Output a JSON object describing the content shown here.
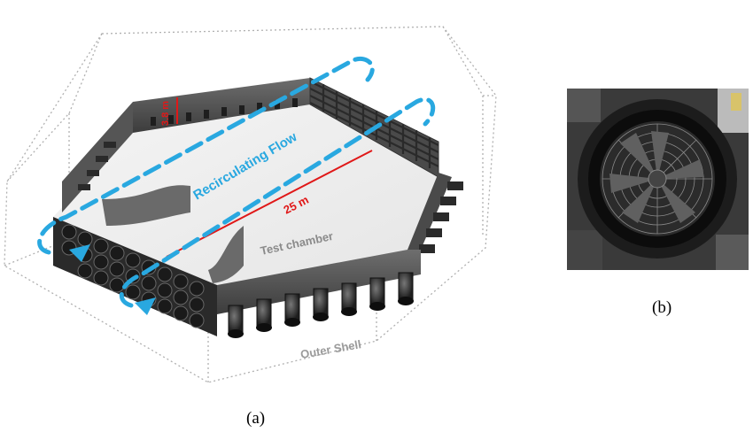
{
  "figure_a": {
    "labels": {
      "height": "3.8 m",
      "length": "25 m",
      "flow": "Recirculating Flow",
      "chamber": "Test chamber",
      "shell": "Outer Shell"
    },
    "caption": "(a)",
    "colors": {
      "flow": "#29a8e0",
      "dimension": "#e01818",
      "structure": "#5a5a5a",
      "shell_outline": "#aaaaaa",
      "chamber_label": "#8a8a8a"
    }
  },
  "figure_b": {
    "caption": "(b)",
    "description_icon": "fan-photo"
  }
}
